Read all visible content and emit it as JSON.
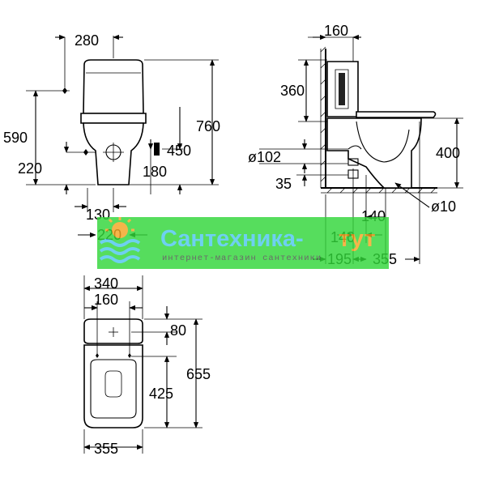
{
  "front_view": {
    "width_280": "280",
    "height_590": "590",
    "height_760": "760",
    "outlet_450": "450",
    "outlet_220": "220",
    "outlet_180": "180",
    "offset_130": "130",
    "offset_220": "220"
  },
  "side_view": {
    "wall_160": "160",
    "tank_360": "360",
    "pipe_102": "ø102",
    "height_400": "400",
    "height_35": "35",
    "bolt_10": "ø10",
    "dist_140a": "140",
    "dist_140b": "140",
    "dist_195": "195",
    "dist_355": "355"
  },
  "top_view": {
    "width_340": "340",
    "width_160": "160",
    "depth_80": "80",
    "depth_425": "425",
    "depth_655": "655",
    "width_355": "355"
  },
  "watermark": {
    "title": "Сантехника-",
    "title_accent": "тут",
    "subtitle": "интернет-магазин сантехники",
    "colors": {
      "green": "#32d63a",
      "blue": "#4fc6ee",
      "orange": "#f5a623"
    }
  }
}
